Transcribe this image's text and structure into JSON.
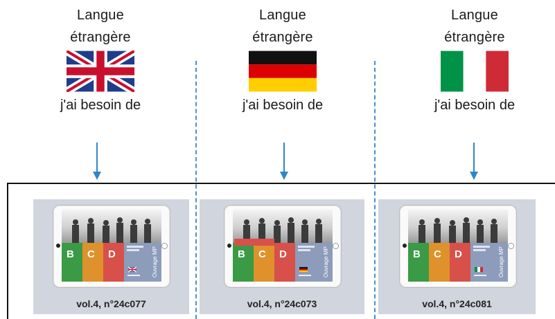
{
  "columns": [
    {
      "title_line1": "Langue",
      "title_line2": "étrangère",
      "flag_icon": "uk-flag-icon",
      "need_text": "j'ai besoin de",
      "caption": "vol.4, n°24c077",
      "mini_flag": "uk-flag-icon"
    },
    {
      "title_line1": "Langue",
      "title_line2": "étrangère",
      "flag_icon": "germany-flag-icon",
      "need_text": "j'ai besoin de",
      "caption": "vol.4, n°24c073",
      "mini_flag": "germany-flag-icon"
    },
    {
      "title_line1": "Langue",
      "title_line2": "étrangère",
      "flag_icon": "italy-flag-icon",
      "need_text": "j'ai besoin de",
      "caption": "vol.4, n°24c081",
      "mini_flag": "italy-flag-icon"
    }
  ],
  "tablet": {
    "blocks": [
      "B",
      "C",
      "D"
    ],
    "side_text": "Ouvrage MP"
  },
  "colors": {
    "accent_blue": "#2f86c8",
    "card_bg": "#d1d5de",
    "block_green": "#3a9a45",
    "block_orange": "#df922b",
    "block_red": "#d8504a",
    "side_blue": "#8d9cbb"
  }
}
